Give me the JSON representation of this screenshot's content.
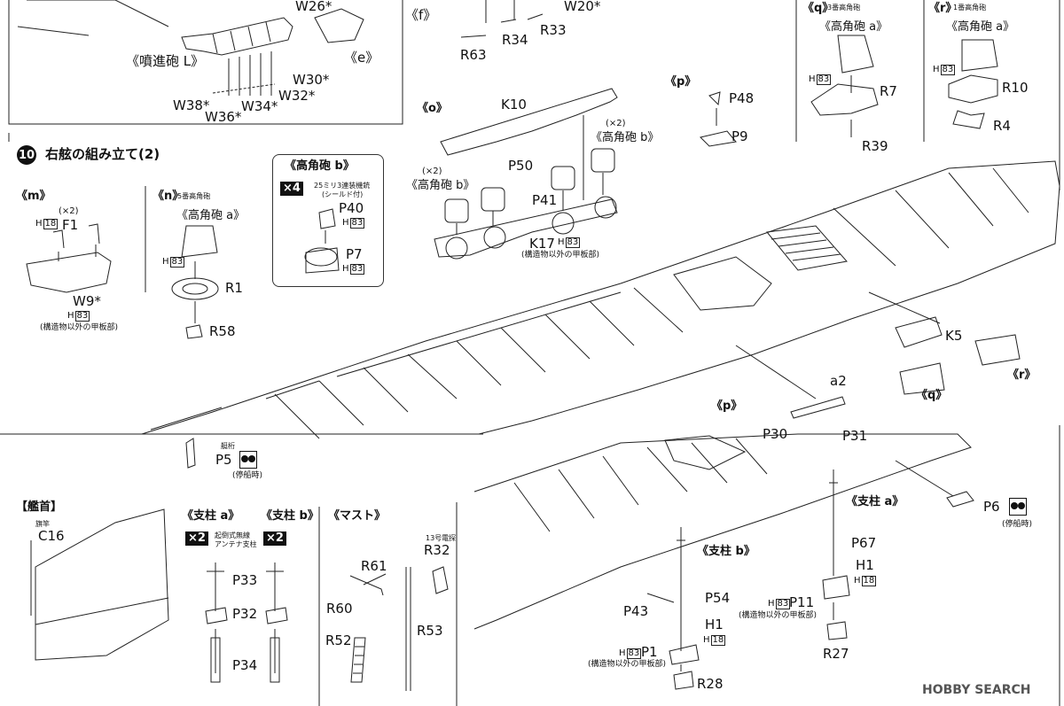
{
  "step": {
    "number": "10",
    "title": "右舷の組み立て(2)"
  },
  "top": {
    "f": "《f》",
    "e": "《e》",
    "funnel": "《噴進砲 L》",
    "W26": "W26*",
    "W20": "W20*",
    "W30": "W30*",
    "W32": "W32*",
    "W34": "W34*",
    "W36": "W36*",
    "W38": "W38*",
    "R63": "R63",
    "R34": "R34",
    "R33": "R33"
  },
  "q": {
    "label": "《q》",
    "note": "3番高角砲",
    "sub": "《高角砲 a》",
    "H": "H",
    "H_num": "83",
    "R7": "R7",
    "R39": "R39"
  },
  "r": {
    "label": "《r》",
    "note": "1番高角砲",
    "sub": "《高角砲 a》",
    "H": "H",
    "H_num": "83",
    "R10": "R10",
    "R4": "R4"
  },
  "p": {
    "label": "《p》",
    "P48": "P48",
    "P9": "P9"
  },
  "o": {
    "label": "《o》",
    "K10": "K10",
    "x2a": "(×2)",
    "gun_b1": "《高角砲 b》",
    "x2b": "(×2)",
    "gun_b2": "《高角砲 b》",
    "P50": "P50",
    "P41": "P41",
    "K17": "K17",
    "H_num": "83",
    "note": "(構造物以外の甲板部)"
  },
  "m": {
    "label": "《m》",
    "x2": "(×2)",
    "F1": "F1",
    "H_num": "18",
    "W9": "W9*",
    "H_num2": "83",
    "note": "(構造物以外の甲板部)"
  },
  "n": {
    "label": "《n》",
    "note": "5番高角砲",
    "sub": "《高角砲 a》",
    "H_num": "83",
    "R1": "R1",
    "R58": "R58"
  },
  "gunb": {
    "title": "《高角砲 b》",
    "x4": "×4",
    "note1": "25ミリ3連装機銃",
    "note2": "(シールド付)",
    "P40": "P40",
    "H40": "83",
    "P7": "P7",
    "H7": "83"
  },
  "deck": {
    "a2": "a2",
    "K5": "K5",
    "q": "《q》",
    "r": "《r》",
    "p": "《p》",
    "P30": "P30",
    "P31": "P31"
  },
  "p5": {
    "note": "艇桁",
    "P5": "P5",
    "cap": "(停船時)"
  },
  "p6": {
    "P6": "P6",
    "cap": "(停船時)"
  },
  "bow": {
    "title": "【艦首】",
    "note": "旗竿",
    "C16": "C16"
  },
  "sa": {
    "title": "《支柱 a》",
    "x2": "×2",
    "note1": "起倒式無線",
    "note2": "アンテナ支柱",
    "P33": "P33",
    "P32": "P32",
    "P34": "P34"
  },
  "sb": {
    "title": "《支柱 b》",
    "x2": "×2"
  },
  "mast": {
    "title": "《マスト》",
    "note": "13号電探",
    "R32": "R32",
    "R61": "R61",
    "R60": "R60",
    "R52": "R52",
    "R53": "R53"
  },
  "lower": {
    "sa": "《支柱 a》",
    "sb": "《支柱 b》",
    "P67": "P67",
    "H1a": "H1",
    "H1a_num": "18",
    "P11": "P11",
    "P11_H": "83",
    "P11_note": "(構造物以外の甲板部)",
    "R27": "R27",
    "P54": "P54",
    "H1b": "H1",
    "H1b_num": "18",
    "P43": "P43",
    "P1": "P1",
    "P1_H": "83",
    "P1_note": "(構造物以外の甲板部)",
    "R28": "R28"
  },
  "watermark": "HOBBY SEARCH"
}
